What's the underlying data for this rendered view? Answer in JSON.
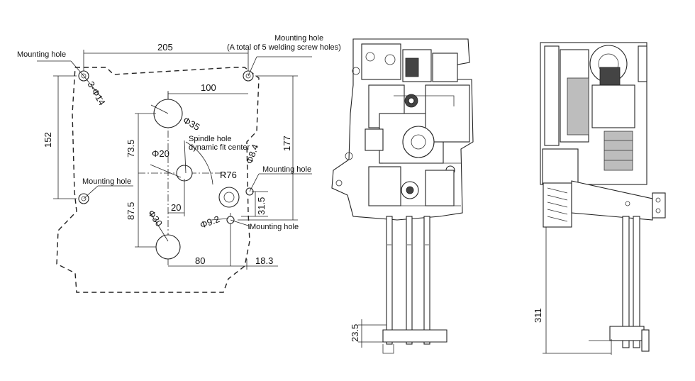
{
  "front_view": {
    "dim_width_top": "205",
    "dim_hole_spacing": "100",
    "dim_left_height": "152",
    "dim_right_height": "177",
    "dim_upper_vertical": "73.5",
    "dim_lower_vertical": "87.5",
    "dim_offset_20": "20",
    "dim_bottom_80": "80",
    "dim_bottom_18_3": "18.3",
    "dim_31_5": "31.5",
    "diameter_35": "Φ35",
    "diameter_20": "Φ20",
    "diameter_30": "Φ30",
    "diameter_8_4": "Φ8.4",
    "diameter_9_2": "Φ9.2",
    "radius_76": "R76",
    "holes_3_14": "3-Φ14",
    "label_mounting_hole_top_left": "Mounting hole",
    "label_mounting_hole_top_right_line1": "Mounting hole",
    "label_mounting_hole_top_right_line2": "(A total of 5 welding screw holes)",
    "label_spindle_line1": "Spindle hole",
    "label_spindle_line2": "dynamic fit center",
    "label_mounting_hole_left": "Mounting hole",
    "label_mounting_hole_right_mid": "Mounting hole",
    "label_mounting_hole_bottom": "Mounting hole"
  },
  "middle_view": {
    "dim_23_5": "23.5"
  },
  "side_view": {
    "dim_311": "311"
  }
}
